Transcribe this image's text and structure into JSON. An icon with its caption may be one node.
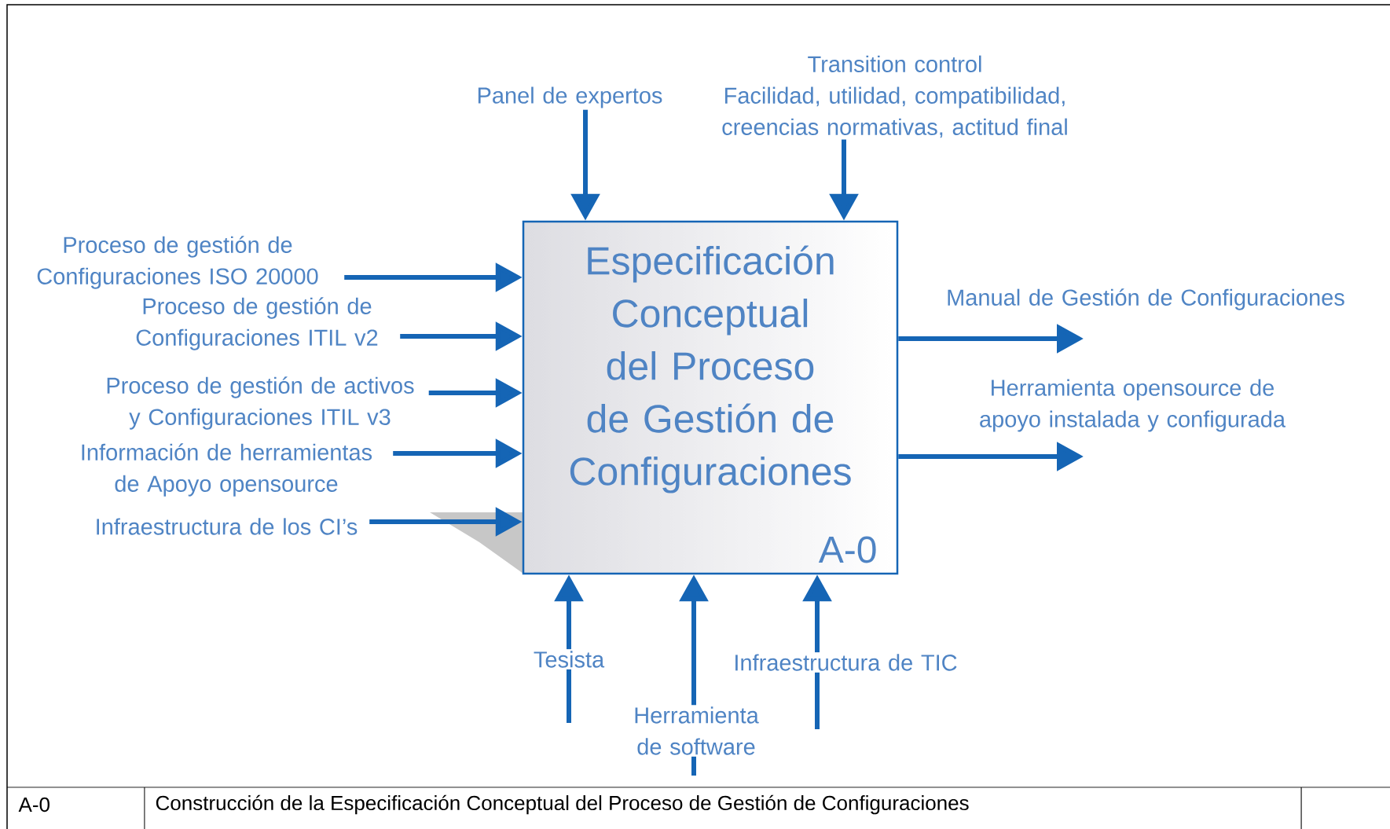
{
  "diagram": {
    "nodes": [
      {
        "text": [
          "Especificación Conceptual del Proceso de Gestión de Configuraciones",
          "A-0"
        ]
      },
      {
        "text": [
          "Panel de expertos"
        ]
      },
      {
        "text": [
          "Transition control",
          "Facilidad, utilidad, compatibilidad, creencias normativas, actitud final"
        ]
      },
      {
        "text": [
          "Proceso de gestión de Configuraciones ISO 20000"
        ]
      },
      {
        "text": [
          "Proceso de gestión de Configuraciones ITIL v2"
        ]
      },
      {
        "text": [
          "Proceso de gestión de activos y Configuraciones ITIL v3"
        ]
      },
      {
        "text": [
          "Información de herramientas de Apoyo opensource"
        ]
      },
      {
        "text": [
          "Infraestructura de los CI’s"
        ]
      },
      {
        "text": [
          "Manual de Gestión de Configuraciones"
        ]
      },
      {
        "text": [
          "Herramienta opensource de apoyo instalada y configurada"
        ]
      },
      {
        "text": [
          "Tesista"
        ]
      },
      {
        "text": [
          "Herramienta de software"
        ]
      },
      {
        "text": [
          "Infraestructura de TIC"
        ]
      }
    ],
    "edges": [
      {
        "from": 1,
        "to": 0,
        "arrow": "to"
      },
      {
        "from": 2,
        "to": 0,
        "arrow": "to"
      },
      {
        "from": 3,
        "to": 0,
        "arrow": "to"
      },
      {
        "from": 4,
        "to": 0,
        "arrow": "to"
      },
      {
        "from": 5,
        "to": 0,
        "arrow": "to"
      },
      {
        "from": 6,
        "to": 0,
        "arrow": "to"
      },
      {
        "from": 7,
        "to": 0,
        "arrow": "to"
      },
      {
        "from": 0,
        "to": 8,
        "arrow": "to"
      },
      {
        "from": 0,
        "to": 9,
        "arrow": "to"
      },
      {
        "from": 10,
        "to": 0,
        "arrow": "to"
      },
      {
        "from": 11,
        "to": 0,
        "arrow": "to"
      },
      {
        "from": 12,
        "to": 0,
        "arrow": "to"
      }
    ],
    "labels": [
      "A-0",
      "Construcción de la Especificación Conceptual del Proceso de Gestión de Configuraciones"
    ]
  }
}
